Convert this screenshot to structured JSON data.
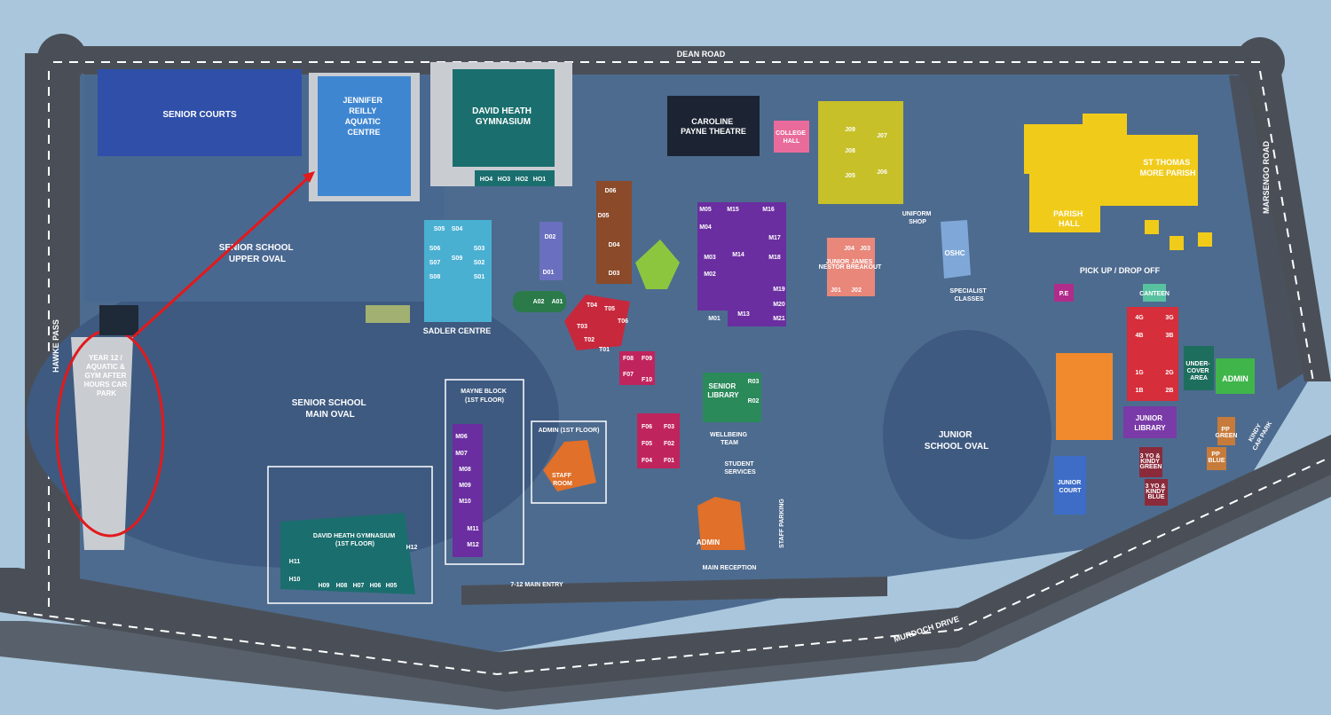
{
  "colors": {
    "water": "#a9c6dc",
    "ground": "#4d6b8f",
    "road": "#4a4f57",
    "path": "#c9cdd2",
    "highlight": "#e3191b"
  },
  "roads": {
    "dean_road": "DEAN ROAD",
    "hawke_pass": "HAWKE PASS",
    "marsengo_road": "MARSENGO ROAD",
    "murdoch_drive": "MURDOCH DRIVE"
  },
  "areas": {
    "senior_courts": "SENIOR COURTS",
    "aquatic_centre": [
      "JENNIFER",
      "REILLY",
      "AQUATIC",
      "CENTRE"
    ],
    "gymnasium": [
      "DAVID HEATH",
      "GYMNASIUM"
    ],
    "caroline_payne": [
      "CAROLINE",
      "PAYNE THEATRE"
    ],
    "college_hall": [
      "COLLEGE",
      "HALL"
    ],
    "st_thomas": [
      "ST THOMAS",
      "MORE PARISH"
    ],
    "parish_hall": [
      "PARISH",
      "HALL"
    ],
    "upper_oval": [
      "SENIOR SCHOOL",
      "UPPER OVAL"
    ],
    "main_oval": [
      "SENIOR SCHOOL",
      "MAIN OVAL"
    ],
    "junior_oval": [
      "JUNIOR",
      "SCHOOL OVAL"
    ],
    "sadler_centre": "SADLER CENTRE",
    "mayne_block": [
      "MAYNE BLOCK",
      "(1ST FLOOR)"
    ],
    "admin_first_floor": "ADMIN (1ST FLOOR)",
    "staff_room": [
      "STAFF",
      "ROOM"
    ],
    "gym_first_floor": [
      "DAVID HEATH GYMNASIUM",
      "(1ST FLOOR)"
    ],
    "year12_carpark": [
      "YEAR 12 /",
      "AQUATIC &",
      "GYM AFTER",
      "HOURS CAR",
      "PARK"
    ],
    "uniform_shop": [
      "UNIFORM",
      "SHOP"
    ],
    "oshc": "OSHC",
    "specialist_classes": [
      "SPECIALIST",
      "CLASSES"
    ],
    "pickup_dropoff": "PICK UP / DROP OFF",
    "pe": "P.E",
    "canteen": "CANTEEN",
    "undercover": [
      "UNDER-",
      "COVER",
      "AREA"
    ],
    "admin_junior": "ADMIN",
    "junior_library": [
      "JUNIOR",
      "LIBRARY"
    ],
    "junior_court": [
      "JUNIOR",
      "COURT"
    ],
    "kindy_carpark": [
      "KINDY",
      "CAR PARK"
    ],
    "senior_library": [
      "SENIOR",
      "LIBRARY"
    ],
    "wellbeing_team": [
      "WELLBEING",
      "TEAM"
    ],
    "student_services": [
      "STUDENT",
      "SERVICES"
    ],
    "admin_main": "ADMIN",
    "main_reception": "MAIN RECEPTION",
    "main_entry": "7-12 MAIN ENTRY",
    "staff_parking": "STAFF PARKING",
    "junior_james_nestor": [
      "JUNIOR JAMES",
      "NESTOR BREAKOUT"
    ],
    "pp_green": [
      "PP",
      "GREEN"
    ],
    "pp_blue": [
      "PP",
      "BLUE"
    ],
    "kindy_green": [
      "3 YO &",
      "KINDY",
      "GREEN"
    ],
    "kindy_blue": [
      "3 YO &",
      "KINDY",
      "BLUE"
    ]
  },
  "rooms": {
    "gym_h": [
      "HO4",
      "HO3",
      "HO2",
      "HO1"
    ],
    "s_block": [
      "S05",
      "S04",
      "S03",
      "S06",
      "S07",
      "S09",
      "S02",
      "S08",
      "S01"
    ],
    "a_block": [
      "A02",
      "A01"
    ],
    "d_block": [
      "D06",
      "D05",
      "D04",
      "D03",
      "D02",
      "D01"
    ],
    "t_block": [
      "T04",
      "T05",
      "T06",
      "T03",
      "T02",
      "T01"
    ],
    "f_block": [
      "F08",
      "F09",
      "F07",
      "F10",
      "F06",
      "F03",
      "F05",
      "F02",
      "F04",
      "F01"
    ],
    "m_block": [
      "M05",
      "M15",
      "M16",
      "M04",
      "M17",
      "M14",
      "M03",
      "M18",
      "M02",
      "M19",
      "M20",
      "M13",
      "M01",
      "M21"
    ],
    "r_block": [
      "R03",
      "R02"
    ],
    "j_block": [
      "J09",
      "J07",
      "J08",
      "J05",
      "J06",
      "J04",
      "J03",
      "J01",
      "J02"
    ],
    "mayne": [
      "M06",
      "M07",
      "M08",
      "M09",
      "M10",
      "M11",
      "M12"
    ],
    "gym_first": [
      "H11",
      "H10",
      "H12",
      "H09",
      "H08",
      "H07",
      "H06",
      "H05"
    ],
    "junior": [
      "4G",
      "3G",
      "4B",
      "3B",
      "1G",
      "2G",
      "1B",
      "2B"
    ]
  }
}
